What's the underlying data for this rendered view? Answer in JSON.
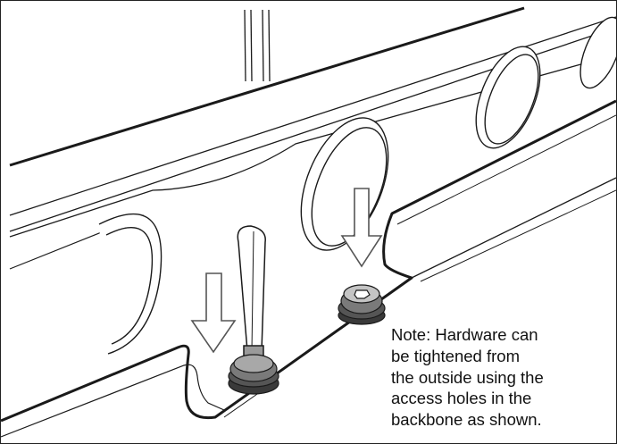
{
  "diagram": {
    "note_text": "Note: Hardware can\nbe tightened from\nthe outside using the\naccess holes in the\nbackbone as shown.",
    "colors": {
      "line": "#1a1a1a",
      "fill": "#ffffff",
      "screw_dark": "#3a3a3a",
      "screw_mid": "#6e6e6e",
      "screw_light": "#a8a8a8",
      "arrow_stroke": "#555555"
    },
    "parts": [
      "backbone-channel",
      "access-holes",
      "hex-key",
      "screw",
      "down-arrows"
    ]
  }
}
